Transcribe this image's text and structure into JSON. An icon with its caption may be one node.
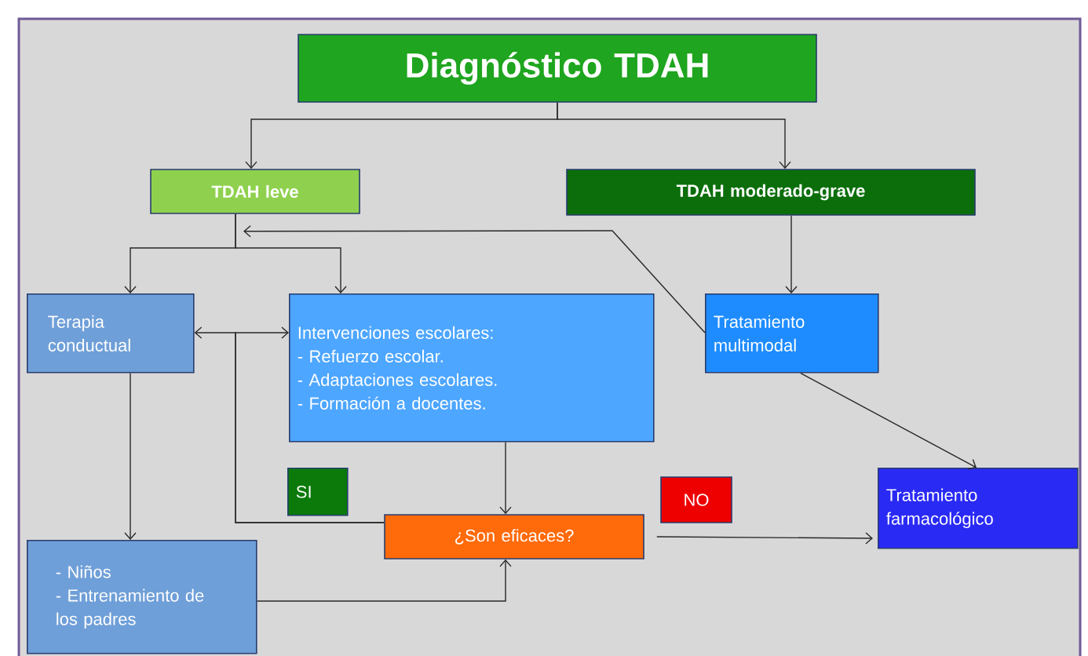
{
  "diagram": {
    "nodes": [
      {
        "text": [
          "Diagnóstico TDAH"
        ]
      },
      {
        "text": [
          "TDAH leve"
        ]
      },
      {
        "text": [
          "TDAH moderado-grave"
        ]
      },
      {
        "text": [
          "Terapia conductual"
        ]
      },
      {
        "text": [
          "Intervenciones escolares:",
          "- Refuerzo escolar.",
          "-  Adaptaciones escolares.",
          "- Formación a docentes."
        ]
      },
      {
        "text": [
          "Tratamiento multimodal"
        ]
      },
      {
        "text": [
          "SI"
        ]
      },
      {
        "text": [
          "¿Son eficaces?"
        ]
      },
      {
        "text": [
          "NO"
        ]
      },
      {
        "text": [
          "Tratamiento farmacológico"
        ]
      },
      {
        "text": [
          "- Niños",
          "- Entrenamiento de los padres"
        ]
      }
    ],
    "edges": [
      {
        "from": 0,
        "to": 1,
        "arrow": "to"
      },
      {
        "from": 0,
        "to": 2,
        "arrow": "to"
      },
      {
        "from": 1,
        "to": 3,
        "arrow": "to"
      },
      {
        "from": 1,
        "to": 4,
        "arrow": "to"
      },
      {
        "from": 3,
        "to": 10,
        "arrow": "to"
      },
      {
        "from": 7,
        "to": 3,
        "arrow": "to"
      },
      {
        "from": 7,
        "to": 4,
        "arrow": "to"
      },
      {
        "from": 4,
        "to": 7,
        "arrow": "to"
      },
      {
        "from": 10,
        "to": 7,
        "arrow": "to"
      },
      {
        "from": 2,
        "to": 5,
        "arrow": "to"
      },
      {
        "from": 5,
        "to": 1,
        "arrow": "to"
      },
      {
        "from": 5,
        "to": 9,
        "arrow": "to"
      },
      {
        "from": 7,
        "to": 9,
        "arrow": "to"
      }
    ]
  }
}
